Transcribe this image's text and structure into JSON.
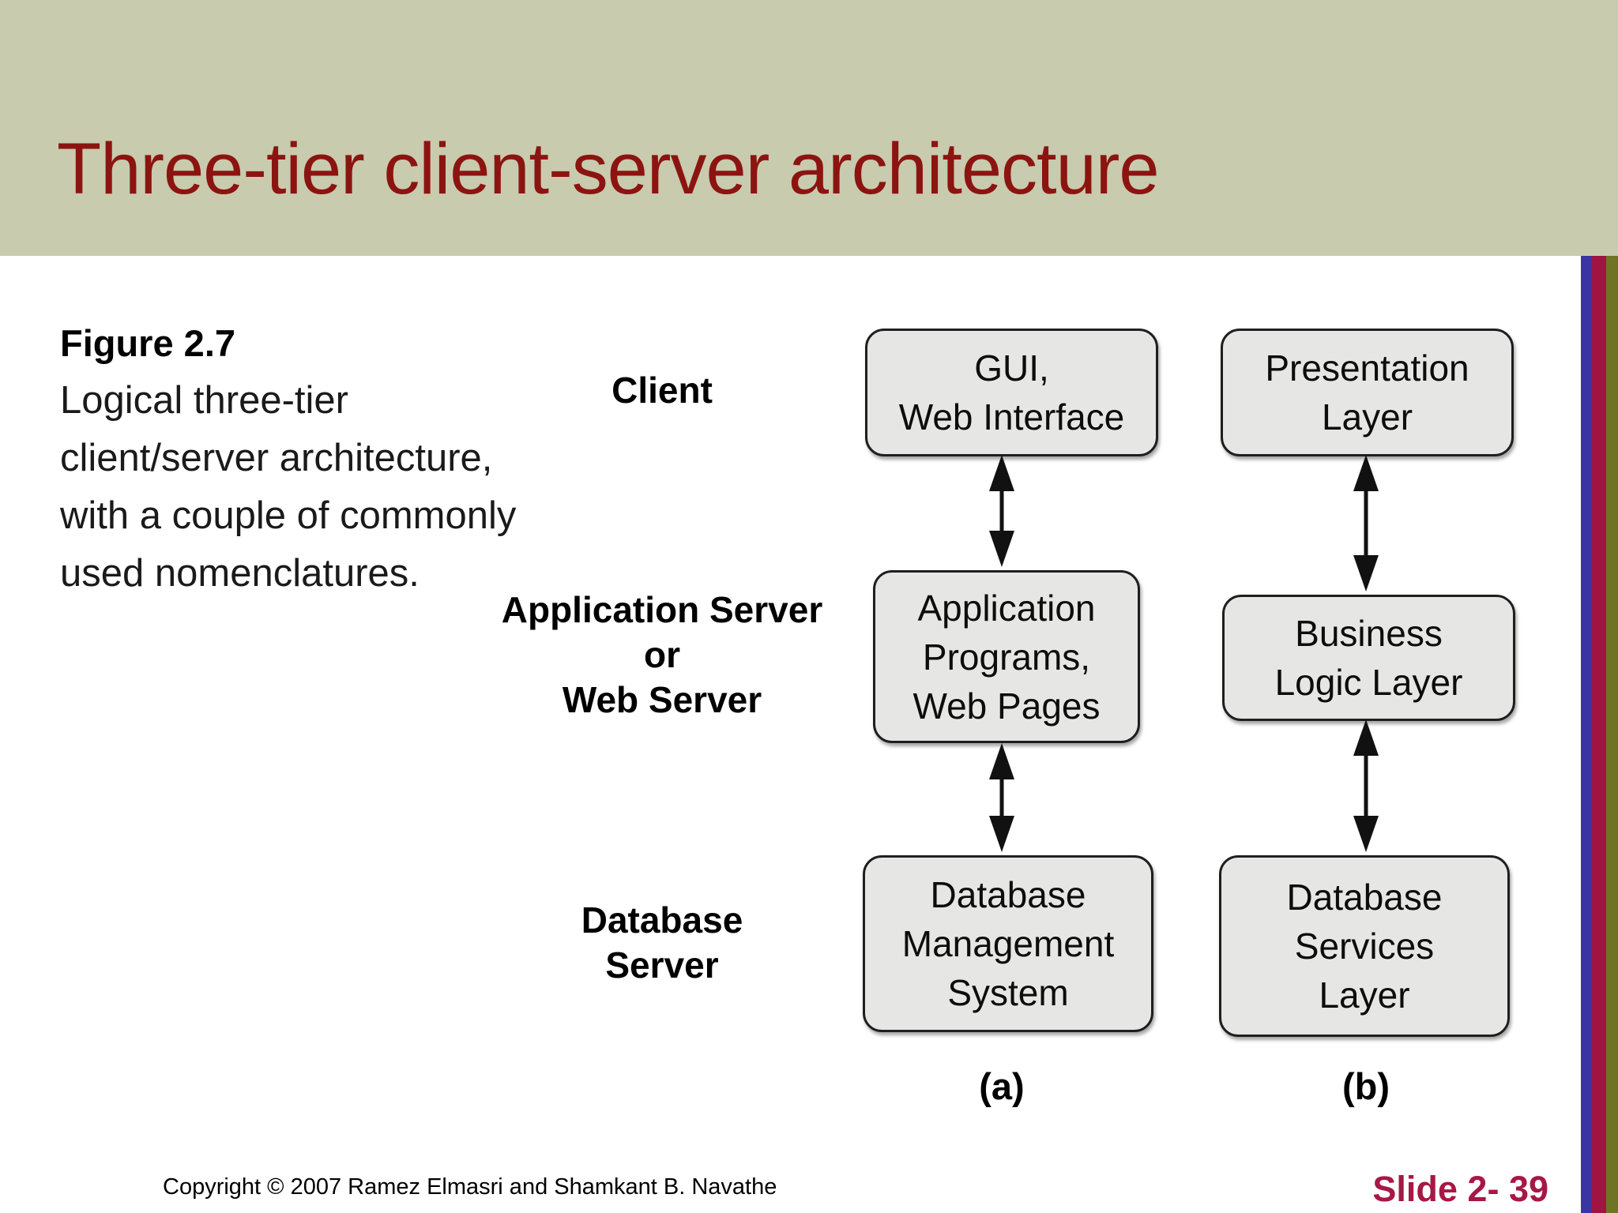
{
  "header": {
    "title": "Three-tier client-server architecture",
    "background_color": "#c8cbae",
    "title_color": "#8c1410"
  },
  "caption": {
    "title": "Figure 2.7",
    "lines": [
      "Logical three-tier",
      "client/server architecture,",
      "with a couple of commonly",
      "used nomenclatures."
    ]
  },
  "diagram": {
    "tiers": [
      {
        "label_lines": [
          "Client"
        ]
      },
      {
        "label_lines": [
          "Application Server",
          "or",
          "Web Server"
        ]
      },
      {
        "label_lines": [
          "Database",
          "Server"
        ]
      }
    ],
    "column_a": {
      "caption": "(a)",
      "boxes": [
        {
          "lines": [
            "GUI,",
            "Web Interface"
          ]
        },
        {
          "lines": [
            "Application",
            "Programs,",
            "Web Pages"
          ]
        },
        {
          "lines": [
            "Database",
            "Management",
            "System"
          ]
        }
      ]
    },
    "column_b": {
      "caption": "(b)",
      "boxes": [
        {
          "lines": [
            "Presentation",
            "Layer"
          ]
        },
        {
          "lines": [
            "Business",
            "Logic Layer"
          ]
        },
        {
          "lines": [
            "Database",
            "Services",
            "Layer"
          ]
        }
      ]
    },
    "box_fill_color": "#e6e6e4"
  },
  "footer": {
    "copyright": "Copyright © 2007 Ramez Elmasri and Shamkant B. Navathe",
    "slide_label": "Slide 2- 39",
    "slide_label_color": "#a61845"
  },
  "edge_stripe_colors": [
    "#3a35a3",
    "#a01441",
    "#6f7326"
  ]
}
